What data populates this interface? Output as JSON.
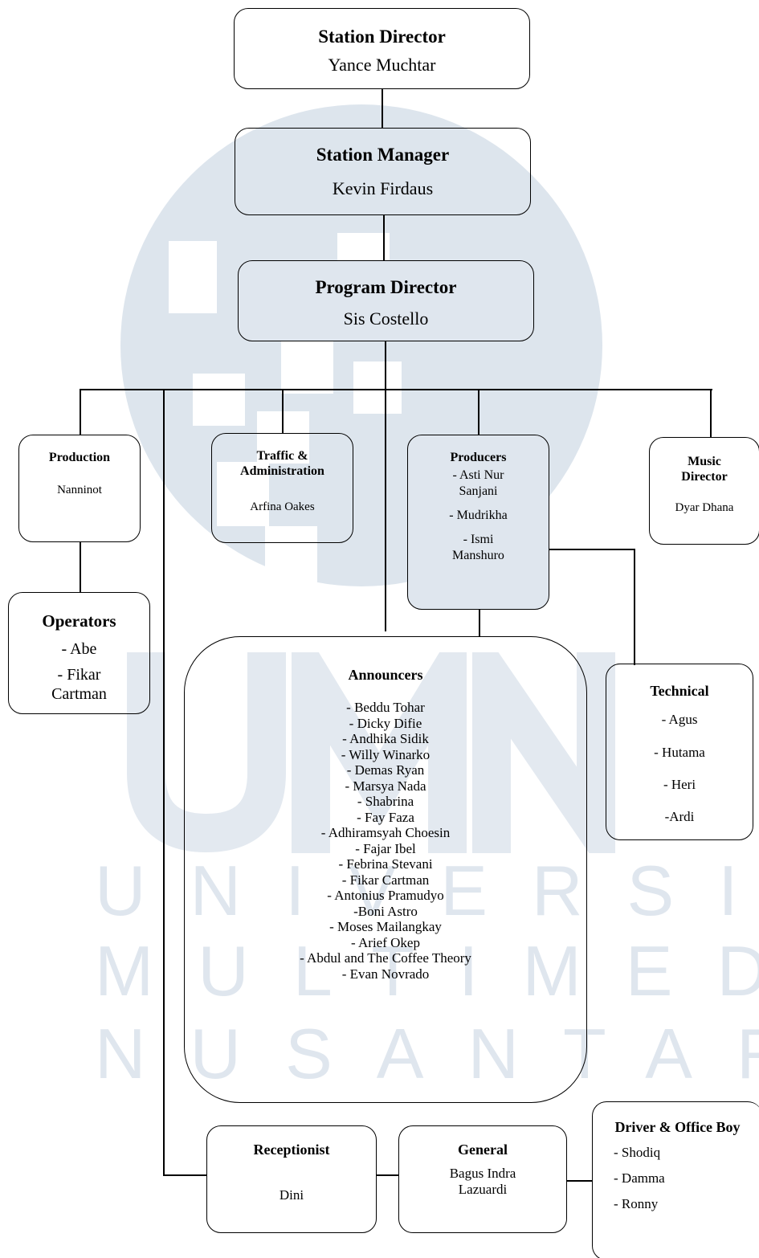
{
  "org_chart": {
    "station_director": {
      "title": "Station Director",
      "name": "Yance Muchtar"
    },
    "station_manager": {
      "title": "Station Manager",
      "name": "Kevin Firdaus"
    },
    "program_director": {
      "title": "Program Director",
      "name": "Sis Costello"
    },
    "production": {
      "title": "Production",
      "name": "Nanninot"
    },
    "traffic": {
      "title": "Traffic & Administration",
      "name": "Arfina Oakes"
    },
    "producers": {
      "title": "Producers",
      "members": [
        "- Asti Nur Sanjani",
        "- Mudrikha",
        "- Ismi Manshuro"
      ]
    },
    "music_director": {
      "title": "Music Director",
      "name": "Dyar Dhana"
    },
    "operators": {
      "title": "Operators",
      "members": [
        "- Abe",
        "- Fikar Cartman"
      ]
    },
    "announcers": {
      "title": "Announcers",
      "members": [
        "- Beddu Tohar",
        "- Dicky Difie",
        "- Andhika Sidik",
        "- Willy Winarko",
        "- Demas Ryan",
        "- Marsya Nada",
        "- Shabrina",
        "- Fay Faza",
        "- Adhiramsyah Choesin",
        "- Fajar Ibel",
        "- Febrina Stevani",
        "- Fikar Cartman",
        "- Antonius Pramudyo",
        "-Boni Astro",
        "- Moses Mailangkay",
        "- Arief Okep",
        "- Abdul and The Coffee Theory",
        "- Evan Novrado"
      ]
    },
    "technical": {
      "title": "Technical",
      "members": [
        "- Agus",
        "- Hutama",
        "- Heri",
        "-Ardi"
      ]
    },
    "receptionist": {
      "title": "Receptionist",
      "name": "Dini"
    },
    "general": {
      "title": "General",
      "name": "Bagus Indra Lazuardi"
    },
    "driver": {
      "title": "Driver & Office Boy",
      "members": [
        "- Shodiq",
        "- Damma",
        "- Ronny"
      ]
    }
  },
  "watermark": {
    "line1": "UNIVERSITAS",
    "line2": "MULTIMEDIA",
    "line3": "NUSANTARA"
  },
  "colors": {
    "watermark": "#dde5ed",
    "line": "#000000",
    "box_fill": "#dfe6ee"
  }
}
